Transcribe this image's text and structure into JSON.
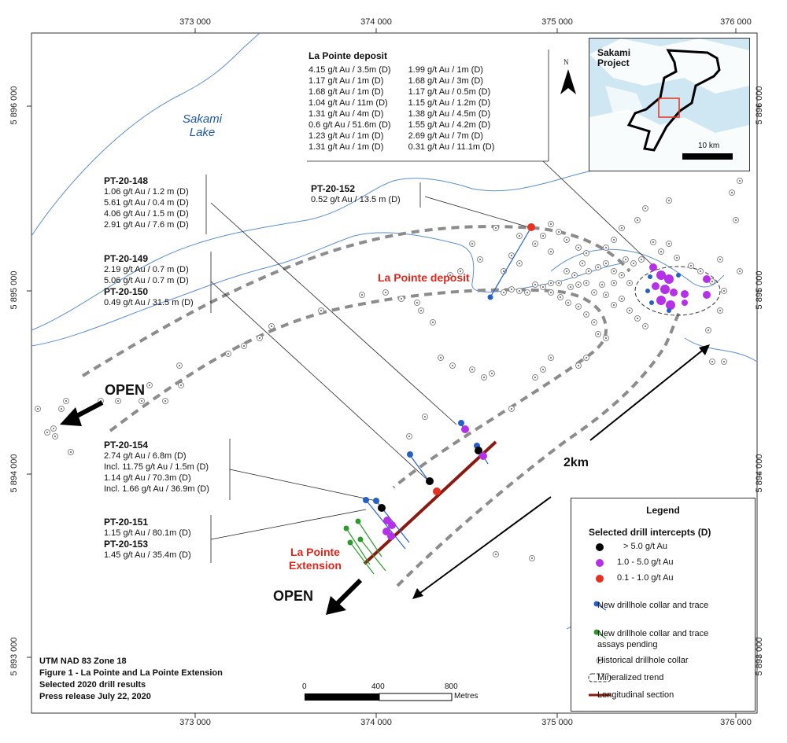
{
  "grid": {
    "x_labels": [
      "373 000",
      "374 000",
      "375 000",
      "376 000"
    ],
    "y_labels": [
      "5 896 000",
      "5 895 000",
      "5 894 000",
      "5 893 000"
    ]
  },
  "lake": {
    "name_line1": "Sakami",
    "name_line2": "Lake"
  },
  "deposit_box": {
    "title": "La Pointe deposit",
    "left": [
      "4.15 g/t Au / 3.5m (D)",
      "1.17 g/t Au / 1m (D)",
      "1.68 g/t Au / 1m (D)",
      "1.04 g/t Au / 11m (D)",
      "1.31 g/t Au / 4m (D)",
      "0.6 g/t Au / 51.6m (D)",
      "1.23 g/t Au / 1m (D)",
      "1.31 g/t Au / 1m (D)"
    ],
    "right": [
      "1.99 g/t Au / 1m (D)",
      "1.68 g/t Au / 3m (D)",
      "1.17 g/t Au / 0.5m (D)",
      "1.15 g/t Au / 1.2m (D)",
      "1.38 g/t Au / 4.5m (D)",
      "1.55 g/t Au / 4.2m (D)",
      "2.69 g/t Au / 7m (D)",
      "0.31 g/t Au / 11.1m (D)"
    ]
  },
  "holes": {
    "pt148": {
      "name": "PT-20-148",
      "lines": [
        "1.06 g/t Au / 1.2 m (D)",
        "5.61 g/t Au / 0.4 m (D)",
        "4.06 g/t Au / 1.5 m (D)",
        "2.91 g/t Au / 7.6 m (D)"
      ]
    },
    "pt149": {
      "name": "PT-20-149",
      "lines": [
        "2.19 g/t Au / 0.7 m (D)",
        "5.06 g/t Au / 0.7 m (D)"
      ]
    },
    "pt150": {
      "name": "PT-20-150",
      "lines": [
        "0.49 g/t Au / 31.5 m (D)"
      ]
    },
    "pt152": {
      "name": "PT-20-152",
      "lines": [
        "0.52 g/t Au / 13.5 m (D)"
      ]
    },
    "pt154": {
      "name": "PT-20-154",
      "lines": [
        "2.74 g/t Au / 6.8m (D)",
        "Incl. 11.75 g/t Au / 1.5m (D)",
        "1.14 g/t Au / 70.3m (D)",
        "Incl. 1.66 g/t Au / 36.9m (D)"
      ]
    },
    "pt151": {
      "name": "PT-20-151",
      "lines": [
        "1.15 g/t Au / 80.1m (D)"
      ]
    },
    "pt153": {
      "name": "PT-20-153",
      "lines": [
        "1.45 g/t Au / 35.4m (D)"
      ]
    }
  },
  "labels": {
    "deposit": "La Pointe deposit",
    "extension_line1": "La Pointe",
    "extension_line2": "Extension",
    "open1": "OPEN",
    "open2": "OPEN",
    "distance": "2km",
    "north": "N"
  },
  "inset": {
    "title_line1": "Sakami",
    "title_line2": "Project",
    "scale": "10 km"
  },
  "legend": {
    "title": "Legend",
    "subtitle": "Selected drill intercepts (D)",
    "items": [
      "> 5.0 g/t Au",
      "1.0 - 5.0 g/t Au",
      "0.1 - 1.0 g/t Au",
      "New drillhole collar and trace",
      "New drillhole collar and trace",
      "assays pending",
      "Historical drillhole collar",
      "Mineralized trend",
      "Longitudinal section"
    ],
    "colors": {
      "high": "#000000",
      "mid": "#b530e8",
      "low": "#e8301e",
      "new": "#2460c8",
      "pending": "#2e9a2e",
      "section": "#8b1a12"
    }
  },
  "footer": [
    "UTM NAD 83 Zone 18",
    "Figure 1 - La Pointe and La Pointe Extension",
    "Selected 2020 drill results",
    "Press release July  22, 2020"
  ],
  "scale": {
    "ticks": [
      "0",
      "400",
      "800"
    ],
    "unit": "Metres"
  }
}
